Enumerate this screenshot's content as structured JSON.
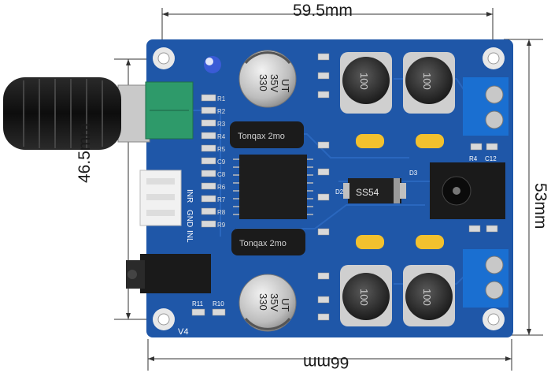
{
  "dimensions": {
    "top": "59.5mm",
    "bottom": "66mm",
    "left": "46.5mm",
    "right": "53mm"
  },
  "board": {
    "version": "V4",
    "input_pins": [
      "INR",
      "GND",
      "INL"
    ]
  },
  "capacitor_top": {
    "value": "330",
    "voltage": "35V",
    "series": "UT"
  },
  "capacitor_bottom": {
    "value": "330",
    "voltage": "35V",
    "series": "UT"
  },
  "inductor_marking": "100",
  "diode_marking": "SS54",
  "film_cap_marking": "Tonqax 2mo",
  "silkscreen": {
    "top_col": [
      "R1",
      "R2",
      "R3",
      "R4",
      "R5",
      "C9",
      "C8",
      "R6",
      "R7",
      "R8",
      "R9"
    ],
    "right_refs": [
      "R4",
      "C12",
      "D3",
      "D2"
    ],
    "bottom_refs": [
      "R11",
      "R10"
    ]
  },
  "colors": {
    "pcb": "#1f57a8",
    "pcb_dark": "#16448a",
    "terminal": "#1a6fd1",
    "potentiometer": "#2e9a6a"
  }
}
